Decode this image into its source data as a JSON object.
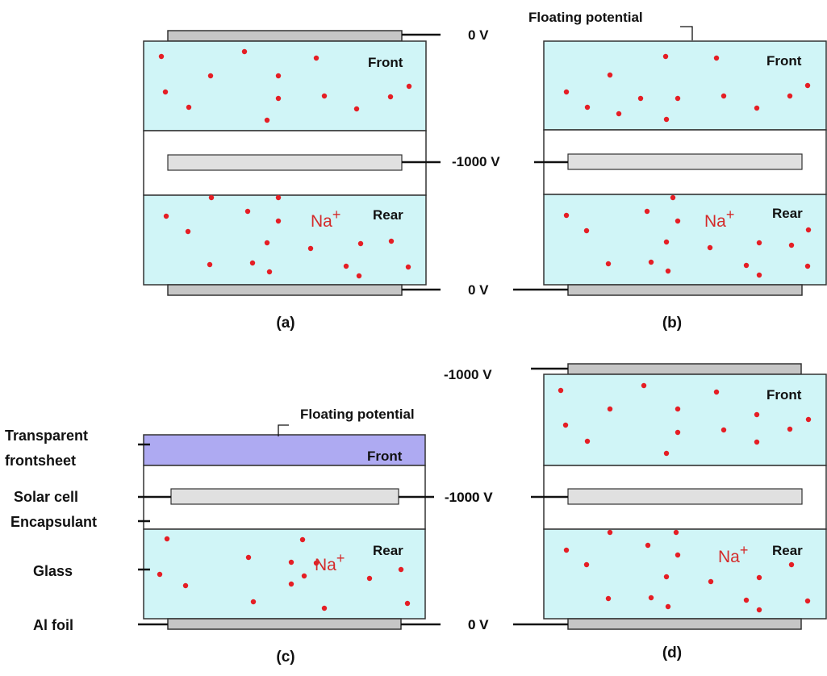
{
  "colors": {
    "glass": "#d0f5f7",
    "frontsheet": "#aeaaf2",
    "encapsulant": "#ffffff",
    "cell": "#e0e0e0",
    "foil": "#c6c6c6",
    "outline": "#333333",
    "ion": "#e51e25",
    "wire": "#111111"
  },
  "legend": {
    "frontsheet": "Transparent frontsheet",
    "frontsheet_line1": "Transparent",
    "frontsheet_line2": "frontsheet",
    "cell": "Solar cell",
    "encapsulant": "Encapsulant",
    "glass": "Glass",
    "foil": "Al foil"
  },
  "panels": {
    "a": {
      "caption": "(a)",
      "front_label": "Front",
      "rear_label": "Rear",
      "ion_label": "Na",
      "ion_charge": "+",
      "top_voltage": "0 V",
      "cell_voltage": "-1000 V",
      "bottom_voltage": "0 V"
    },
    "b": {
      "caption": "(b)",
      "front_label": "Front",
      "rear_label": "Rear",
      "ion_label": "Na",
      "ion_charge": "+",
      "top_potential": "Floating potential"
    },
    "c": {
      "caption": "(c)",
      "front_label": "Front",
      "rear_label": "Rear",
      "ion_label": "Na",
      "ion_charge": "+",
      "top_potential": "Floating potential",
      "cell_voltage": "-1000 V",
      "bottom_voltage": "0 V"
    },
    "d": {
      "caption": "(d)",
      "front_label": "Front",
      "rear_label": "Rear",
      "ion_label": "Na",
      "ion_charge": "+",
      "top_voltage": "-1000 V",
      "cell_voltage": "-1000 V",
      "bottom_voltage": "0 V"
    }
  }
}
